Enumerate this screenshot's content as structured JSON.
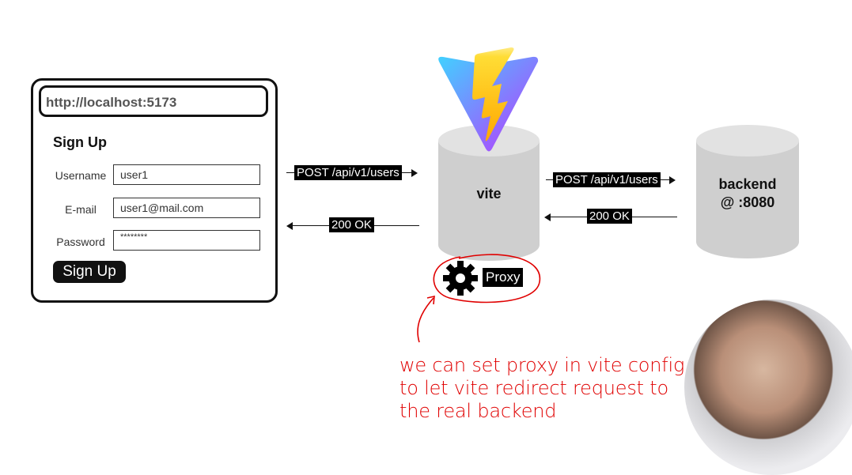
{
  "browser": {
    "url": "http://localhost:5173",
    "form_title": "Sign Up",
    "fields": [
      {
        "label": "Username",
        "value": "user1"
      },
      {
        "label": "E-mail",
        "value": "user1@mail.com"
      },
      {
        "label": "Password",
        "value": "********"
      }
    ],
    "submit_label": "Sign Up"
  },
  "vite": {
    "label": "vite",
    "proxy_label": "Proxy"
  },
  "backend": {
    "label_line1": "backend",
    "label_line2": "@ :8080"
  },
  "arrows": {
    "browser_to_vite": "POST /api/v1/users",
    "vite_to_browser": "200 OK",
    "vite_to_backend": "POST /api/v1/users",
    "backend_to_vite": "200 OK"
  },
  "annotation": {
    "line1": "we can set proxy in vite config",
    "line2": "to let vite redirect request to",
    "line3": "the real backend"
  },
  "colors": {
    "annotation": "#e00000",
    "cylinder": "#cfcfcf",
    "cylinder_top": "#e2e2e2"
  }
}
